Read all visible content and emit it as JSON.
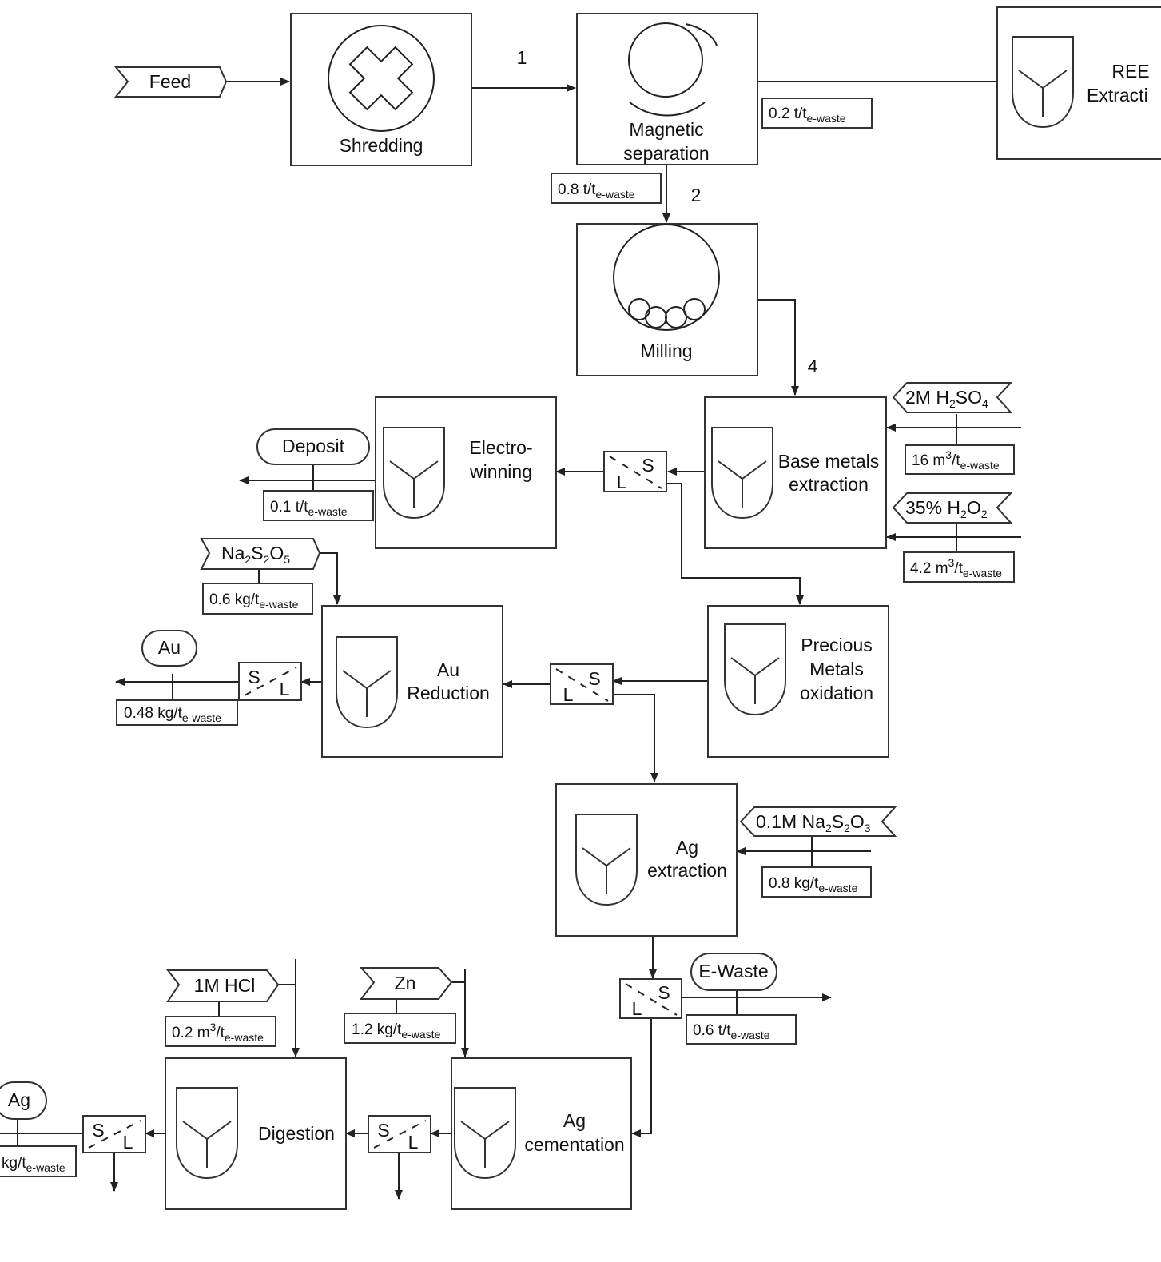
{
  "nodes": {
    "feed": "Feed",
    "shredding": "Shredding",
    "magnetic": [
      "Magnetic",
      "separation"
    ],
    "ree": [
      "REE",
      "Extracti"
    ],
    "milling": "Milling",
    "base_metals": [
      "Base metals",
      "extraction"
    ],
    "electrowinning": [
      "Electro-",
      "winning"
    ],
    "precious": [
      "Precious",
      "Metals",
      "oxidation"
    ],
    "au_reduction": [
      "Au",
      "Reduction"
    ],
    "ag_extraction": [
      "Ag",
      "extraction"
    ],
    "ag_cementation": [
      "Ag",
      "cementation"
    ],
    "digestion": "Digestion"
  },
  "streams": {
    "s1": "1",
    "s2": "2",
    "s4": "4"
  },
  "reagents": {
    "h2so4": {
      "prefix": "2M H",
      "sub1": "2",
      "mid": "SO",
      "sub2": "4"
    },
    "h2o2": {
      "prefix": "35% H",
      "sub1": "2",
      "mid": "O",
      "sub2": "2"
    },
    "na2s2o5": {
      "a": "Na",
      "s1": "2",
      "b": "S",
      "s2": "2",
      "c": "O",
      "s3": "5"
    },
    "na2s2o3": {
      "prefix": "0.1M Na",
      "s1": "2",
      "b": "S",
      "s2": "2",
      "c": "O",
      "s3": "3"
    },
    "hcl": "1M HCl",
    "zn": "Zn"
  },
  "products": {
    "deposit": "Deposit",
    "au": "Au",
    "ewaste": "E-Waste",
    "ag": "Ag"
  },
  "separator": {
    "s": "S",
    "l": "L"
  },
  "rates": {
    "ree_feed": {
      "value": "0.2 t/t",
      "sub": "e-waste"
    },
    "milling_feed": {
      "value": "0.8 t/t",
      "sub": "e-waste"
    },
    "h2so4": {
      "value": "16 m",
      "sup": "3",
      "unit": "/t",
      "sub": "e-waste"
    },
    "h2o2": {
      "value": "4.2 m",
      "sup": "3",
      "unit": "/t",
      "sub": "e-waste"
    },
    "deposit": {
      "value": "0.1 t/t",
      "sub": "e-waste"
    },
    "na2s2o5": {
      "value": "0.6 kg/t",
      "sub": "e-waste"
    },
    "au": {
      "value": "0.48 kg/t",
      "sub": "e-waste"
    },
    "na2s2o3": {
      "value": "0.8 kg/t",
      "sub": "e-waste"
    },
    "ewaste": {
      "value": "0.6 t/t",
      "sub": "e-waste"
    },
    "hcl": {
      "value": "0.2 m",
      "sup": "3",
      "unit": "/t",
      "sub": "e-waste"
    },
    "zn": {
      "value": "1.2 kg/t",
      "sub": "e-waste"
    },
    "ag": {
      "value": "kg/t",
      "sub": "e-waste"
    }
  }
}
